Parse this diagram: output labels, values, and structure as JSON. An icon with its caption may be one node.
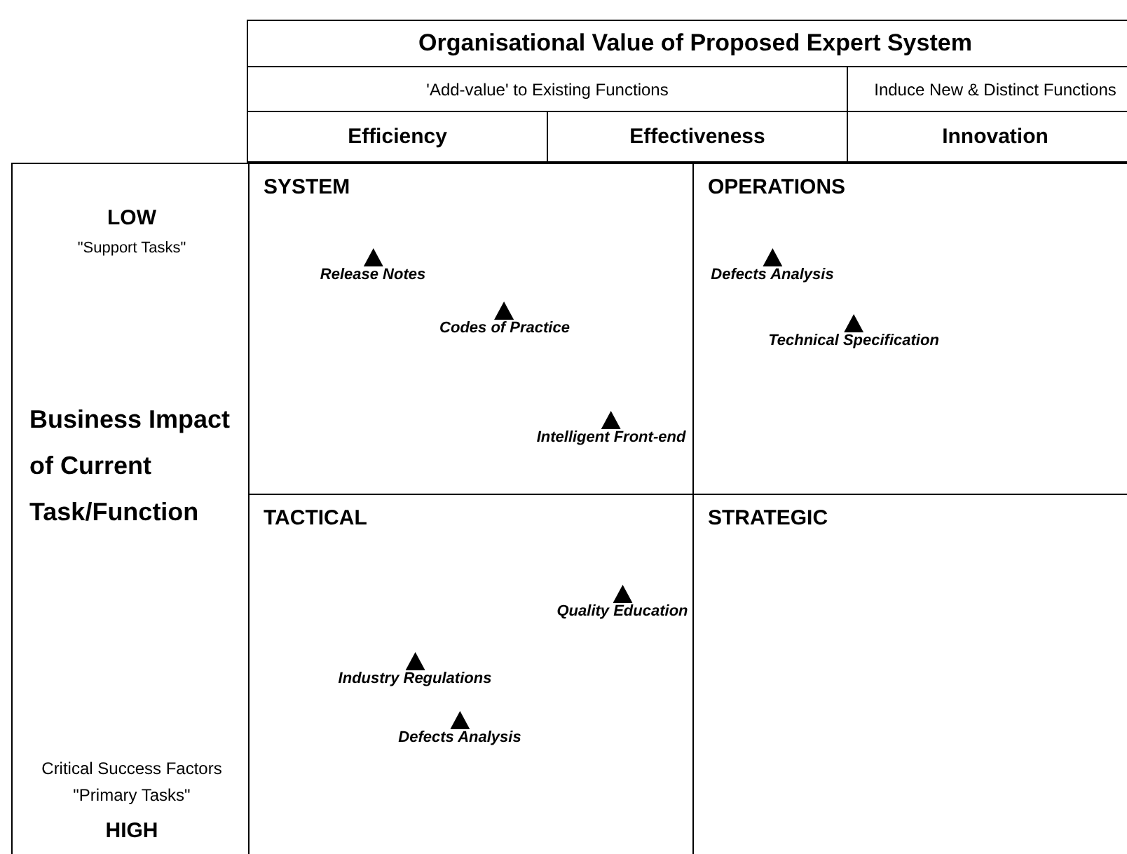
{
  "diagram": {
    "nodes": [
      {
        "text": [
          "Organisational Value of Proposed Expert System"
        ]
      },
      {
        "text": [
          "'Add-value' to Existing Functions"
        ]
      },
      {
        "text": [
          "Induce New & Distinct Functions"
        ]
      },
      {
        "text": [
          "Efficiency"
        ]
      },
      {
        "text": [
          "Effectiveness"
        ]
      },
      {
        "text": [
          "Innovation"
        ]
      },
      {
        "text": [
          "LOW",
          "\"Support Tasks\"",
          "Business Impact of Current Task/Function",
          "Critical Success Factors",
          "\"Primary Tasks\"",
          "HIGH"
        ]
      },
      {
        "text": [
          "SYSTEM"
        ]
      },
      {
        "text": [
          "OPERATIONS"
        ]
      },
      {
        "text": [
          "TACTICAL"
        ]
      },
      {
        "text": [
          "STRATEGIC"
        ]
      },
      {
        "text": [
          "Release Notes"
        ],
        "in": 7
      },
      {
        "text": [
          "Codes of Practice"
        ],
        "in": 7
      },
      {
        "text": [
          "Intelligent Front-end"
        ],
        "in": 7
      },
      {
        "text": [
          "Defects Analysis"
        ],
        "in": 8
      },
      {
        "text": [
          "Technical Specification"
        ],
        "in": 8
      },
      {
        "text": [
          "Quality Education"
        ],
        "in": 9
      },
      {
        "text": [
          "Industry Regulations"
        ],
        "in": 9
      },
      {
        "text": [
          "Defects Analysis"
        ],
        "in": 9
      }
    ]
  }
}
